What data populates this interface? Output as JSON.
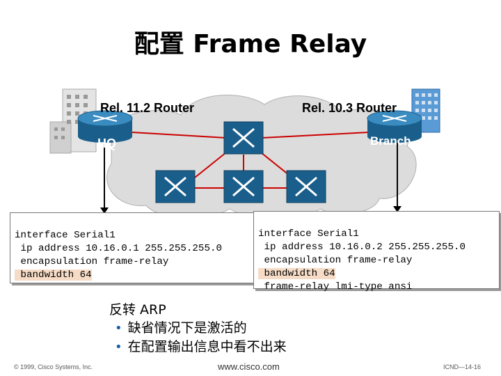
{
  "title": "配置 Frame Relay",
  "diagram": {
    "left_router_label": "Rel. 11.2 Router",
    "right_router_label": "Rel. 10.3 Router",
    "hq_label": "HQ",
    "branch_label": "Branch",
    "colors": {
      "cloud": "#d9d9d9",
      "router": "#1f6f9c",
      "switch": "#1f6f9c",
      "link": "#cc0000"
    }
  },
  "hq_config": {
    "lines": [
      "interface Serial1",
      " ip address 10.16.0.1 255.255.255.0",
      " encapsulation frame-relay",
      " bandwidth 64"
    ]
  },
  "branch_config": {
    "lines": [
      "interface Serial1",
      " ip address 10.16.0.2 255.255.255.0",
      " encapsulation frame-relay",
      " bandwidth 64",
      " frame-relay lmi-type ansi"
    ]
  },
  "notes": {
    "heading": "反转 ARP",
    "bullets": [
      "缺省情况下是激活的",
      "在配置输出信息中看不出来"
    ]
  },
  "footer": {
    "copyright": "© 1999, Cisco Systems, Inc.",
    "url": "www.cisco.com",
    "page": "ICND—14-16"
  }
}
